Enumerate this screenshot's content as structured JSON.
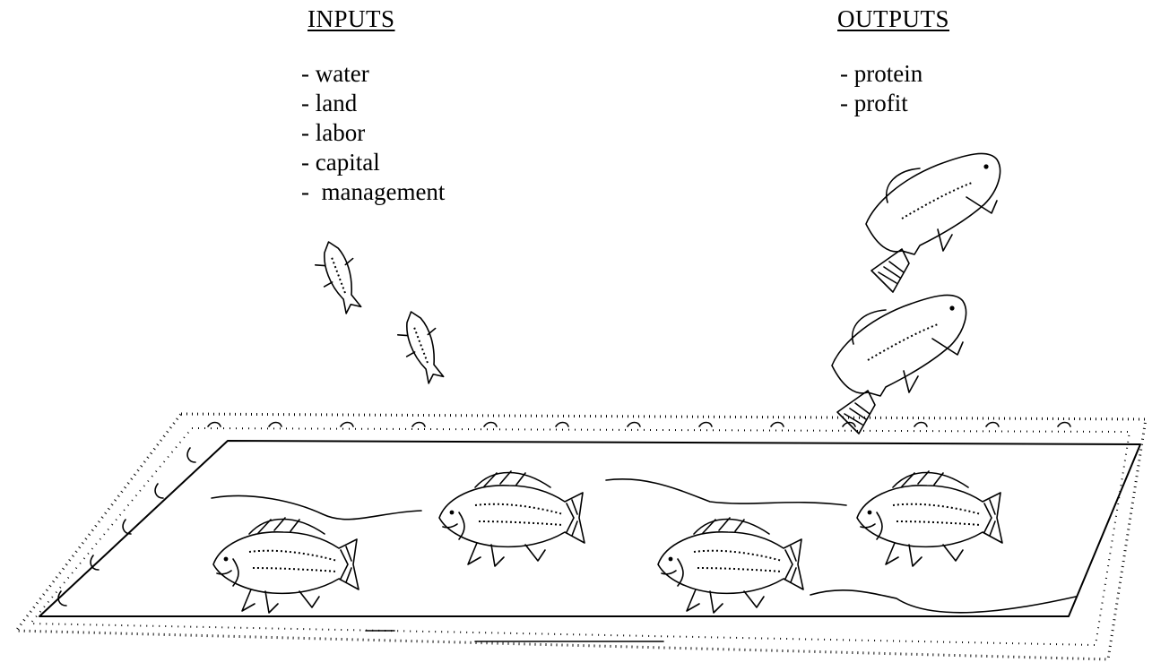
{
  "inputs": {
    "heading": "INPUTS",
    "items": [
      "- water",
      "- land",
      "- labor",
      "- capital",
      "-  management"
    ]
  },
  "outputs": {
    "heading": "OUTPUTS",
    "items": [
      "- protein",
      "- profit"
    ]
  }
}
